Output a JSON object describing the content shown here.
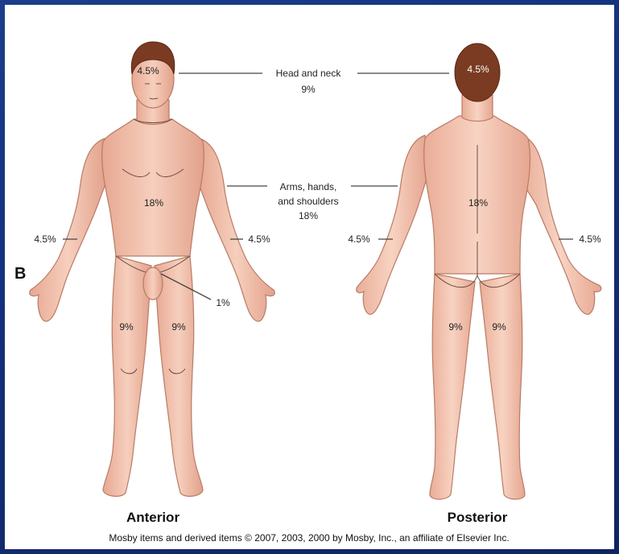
{
  "figure": {
    "panel_letter": "B",
    "anterior_title": "Anterior",
    "posterior_title": "Posterior",
    "credit": "Mosby items and derived items © 2007, 2003, 2000 by Mosby, Inc., an affiliate of Elsevier Inc."
  },
  "callouts": {
    "head_neck_line1": "Head and neck",
    "head_neck_line2": "9%",
    "arms_line1": "Arms, hands,",
    "arms_line2": "and shoulders",
    "arms_line3": "18%"
  },
  "anterior": {
    "head": "4.5%",
    "trunk": "18%",
    "left_arm": "4.5%",
    "right_arm": "4.5%",
    "genitals": "1%",
    "left_leg": "9%",
    "right_leg": "9%"
  },
  "posterior": {
    "head": "4.5%",
    "trunk": "18%",
    "left_arm": "4.5%",
    "right_arm": "4.5%",
    "left_leg": "9%",
    "right_leg": "9%"
  },
  "colors": {
    "background": "#14307a",
    "skin": "#f2c2ad",
    "skin_shadow": "#dc9c86",
    "hair": "#7a3b22"
  }
}
